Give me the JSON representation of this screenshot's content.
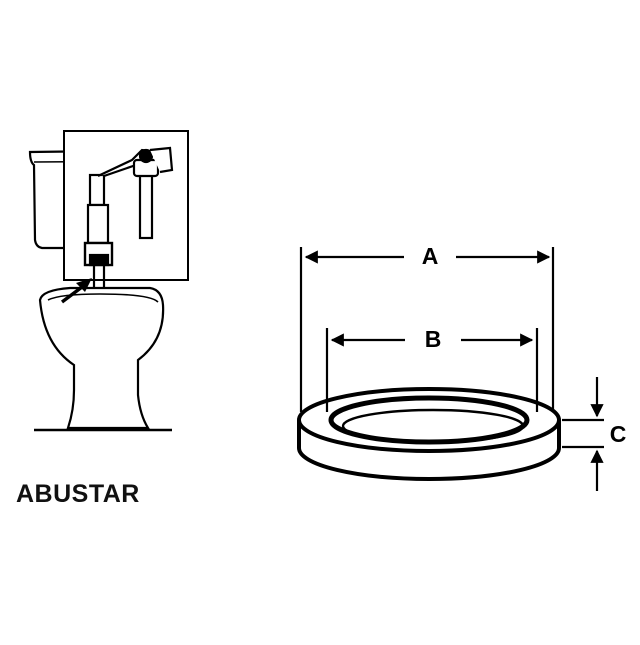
{
  "brand": "ABUSTAR",
  "dimensions": {
    "a": "A",
    "b": "B",
    "c": "C"
  },
  "icons": [
    "toilet-illustration",
    "gasket-ring",
    "pointer-arrow"
  ],
  "colors": {
    "ink": "#000000",
    "background": "#ffffff"
  }
}
